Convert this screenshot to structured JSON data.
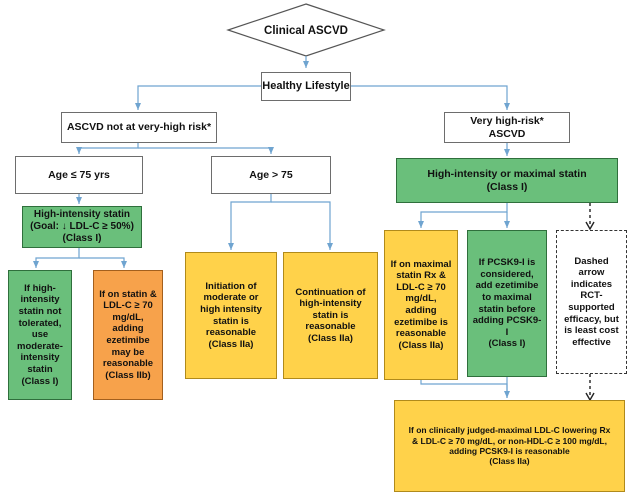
{
  "nodes": {
    "clinical_ascvd": "Clinical ASCVD",
    "healthy_lifestyle": "Healthy Lifestyle",
    "not_very_high_risk": "ASCVD not at very-high risk*",
    "very_high_risk": "Very high-risk*\nASCVD",
    "age_le_75": "Age ≤ 75 yrs",
    "age_gt_75": "Age > 75",
    "high_intensity_statin": "High-intensity statin\n(Goal: ↓ LDL-C ≥ 50%)\n(Class I)",
    "high_intensity_or_maximal": "High-intensity or maximal statin\n(Class I)",
    "not_tolerated": "If high-\nintensity\nstatin not\ntolerated,\nuse\nmoderate-\nintensity\nstatin\n(Class I)",
    "ezetimibe_iib": "If on statin &\nLDL-C ≥ 70\nmg/dL,\nadding\nezetimibe\nmay be\nreasonable\n(Class IIb)",
    "initiation": "Initiation of\nmoderate or\nhigh intensity\nstatin is\nreasonable\n(Class IIa)",
    "continuation": "Continuation of\nhigh-intensity\nstatin is\nreasonable\n(Class IIa)",
    "maximal_ezetimibe": "If on maximal\nstatin Rx &\nLDL-C ≥ 70\nmg/dL,\nadding\nezetimibe is\nreasonable\n(Class IIa)",
    "pcsk9_considered": "If PCSK9-I is\nconsidered,\nadd ezetimibe\nto maximal\nstatin before\nadding PCSK9-\nI\n(Class I)",
    "dashed_note": "Dashed\narrow\nindicates\nRCT-\nsupported\nefficacy, but\nis least cost\neffective",
    "pcsk9_iia": "If on clinically judged-maximal LDL-C lowering Rx\n& LDL-C ≥ 70 mg/dL, or non-HDL-C ≥ 100 mg/dL,\nadding PCSK9-I is reasonable\n(Class IIa)"
  },
  "colors": {
    "green": "#6abf7b",
    "yellow": "#ffd24a",
    "orange": "#f7a24b",
    "arrow": "#6fa4d0"
  }
}
